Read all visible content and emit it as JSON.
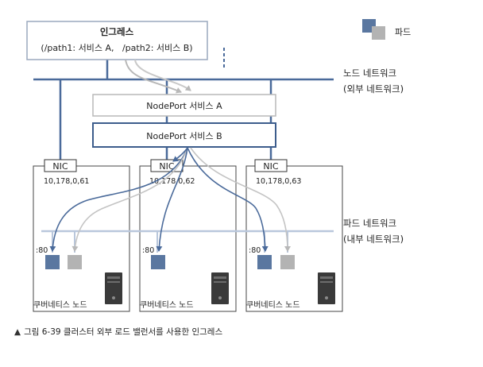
{
  "ingress": {
    "title": "인그레스",
    "paths": "(/path1: 서비스 A,   /path2: 서비스 B)"
  },
  "legend": {
    "pod_label": "파드"
  },
  "node_network": {
    "line1": "노드 네트워크",
    "line2": "(외부 네트워크)"
  },
  "pod_network": {
    "line1": "파드 네트워크",
    "line2": "(내부 네트워크)"
  },
  "services": [
    {
      "label": "NodePort 서비스 A"
    },
    {
      "label": "NodePort 서비스 B"
    }
  ],
  "nodes": [
    {
      "nic": "NIC",
      "ip": "10,178,0,61",
      "port": ":80",
      "name": "쿠버네티스 노드"
    },
    {
      "nic": "NIC",
      "ip": "10,178,0,62",
      "port": ":80",
      "name": "쿠버네티스 노드"
    },
    {
      "nic": "NIC",
      "ip": "10,178,0,63",
      "port": ":80",
      "name": "쿠버네티스 노드"
    }
  ],
  "caption": {
    "marker": "▲",
    "text": "그림 6-39 클러스터 외부 로드 밸런서를 사용한 인그레스"
  },
  "colors": {
    "pod_blue": "#5a77a0",
    "pod_gray": "#b3b3b3",
    "network_line": "#4a6a9a",
    "server": "#3a3a3a"
  }
}
